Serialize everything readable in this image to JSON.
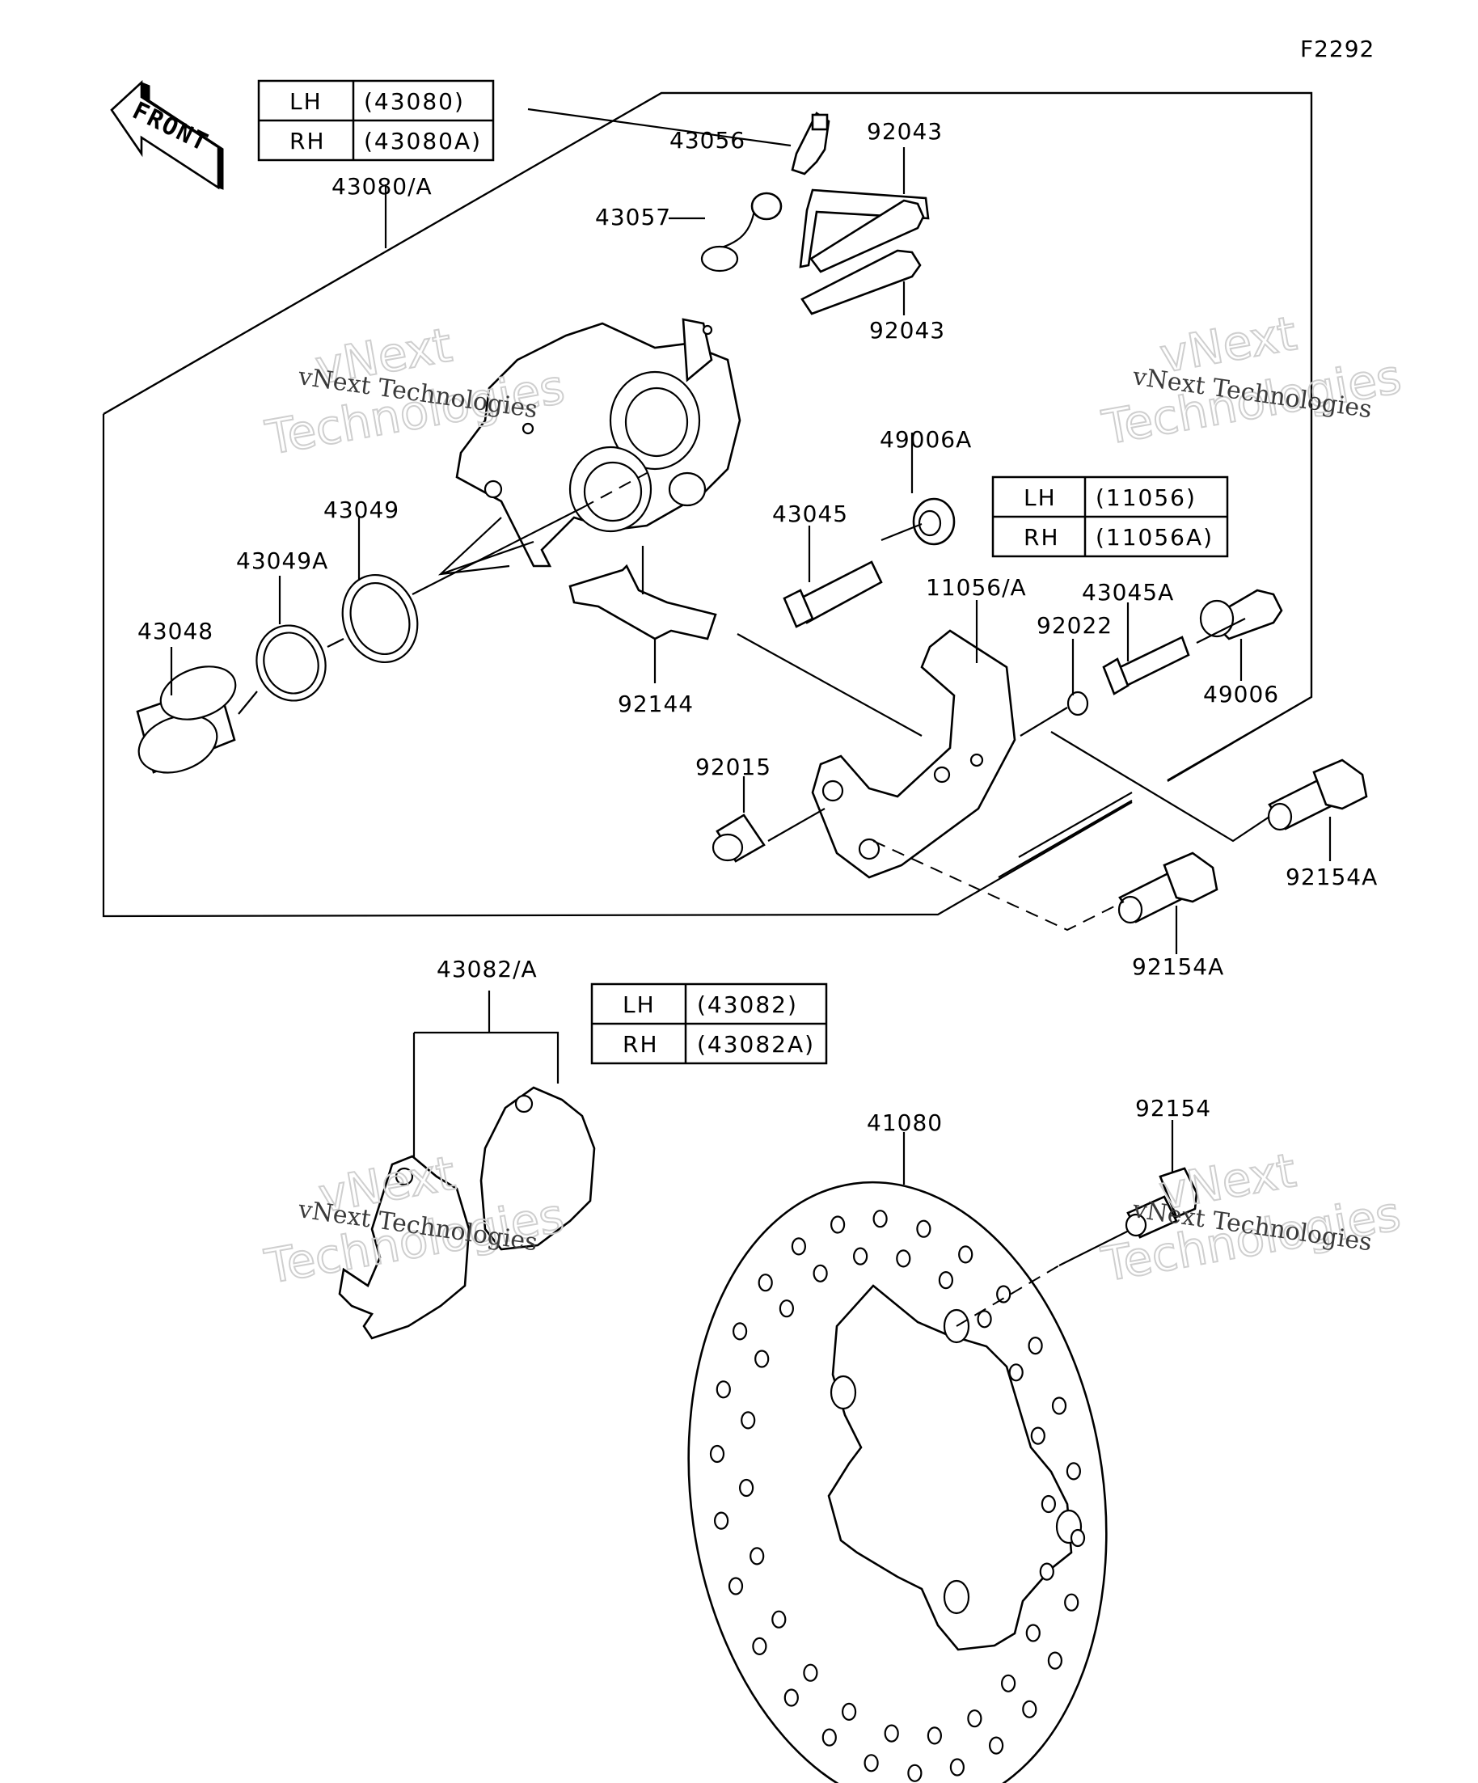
{
  "figure_code": "F2292",
  "front_label": "FRONT",
  "watermark": {
    "line1": "vNext",
    "line2": "Technologies",
    "caption": "vNext Technologies"
  },
  "tables": {
    "caliper": [
      {
        "side": "LH",
        "part": "(43080)"
      },
      {
        "side": "RH",
        "part": "(43080A)"
      }
    ],
    "bracket": [
      {
        "side": "LH",
        "part": "(11056)"
      },
      {
        "side": "RH",
        "part": "(11056A)"
      }
    ],
    "pads": [
      {
        "side": "LH",
        "part": "(43082)"
      },
      {
        "side": "RH",
        "part": "(43082A)"
      }
    ]
  },
  "parts": {
    "p43080A": "43080/A",
    "p43056": "43056",
    "p92043a": "92043",
    "p92043b": "92043",
    "p43057": "43057",
    "p43049": "43049",
    "p43049A": "43049A",
    "p43048": "43048",
    "p92144": "92144",
    "p49006A": "49006A",
    "p43045": "43045",
    "p11056A": "11056/A",
    "p43045A": "43045A",
    "p92022": "92022",
    "p49006": "49006",
    "p92015": "92015",
    "p92154Aa": "92154A",
    "p92154Ab": "92154A",
    "p43082A": "43082/A",
    "p41080": "41080",
    "p92154": "92154"
  }
}
